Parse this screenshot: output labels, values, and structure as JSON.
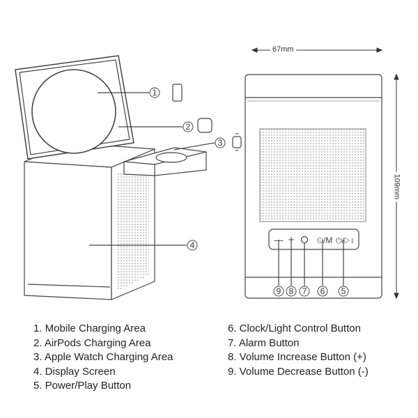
{
  "dimensions": {
    "width": "67mm",
    "height": "109mm"
  },
  "callouts": [
    "1",
    "2",
    "3",
    "4",
    "5",
    "6",
    "7",
    "8",
    "9"
  ],
  "button_panel": {
    "volume_down": "—",
    "volume_up": "+",
    "clock_light": "⏲/M",
    "power_play": "⏻/▷॥"
  },
  "legend": {
    "left": [
      "1. Mobile Charging Area",
      "2. AirPods Charging Area",
      "3. Apple Watch Charging Area",
      "4. Display Screen",
      "5. Power/Play Button"
    ],
    "right": [
      "6. Clock/Light Control Button",
      "7. Alarm Button",
      "8. Volume Increase Button (+)",
      "9. Volume Decrease Button (-)"
    ]
  }
}
